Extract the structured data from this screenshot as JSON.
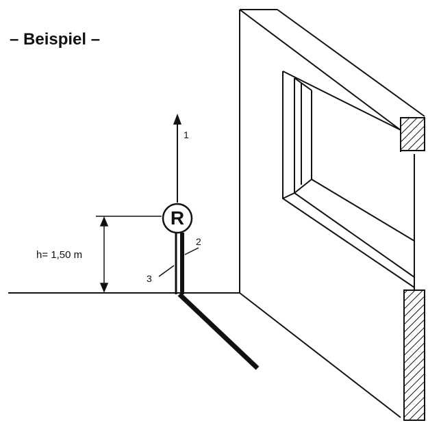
{
  "title": "– Beispiel –",
  "height_label": "h= 1,50 m",
  "labels": {
    "one": "1",
    "two": "2",
    "three": "3",
    "r_symbol": "R"
  },
  "colors": {
    "line": "#111111",
    "background": "#ffffff"
  }
}
